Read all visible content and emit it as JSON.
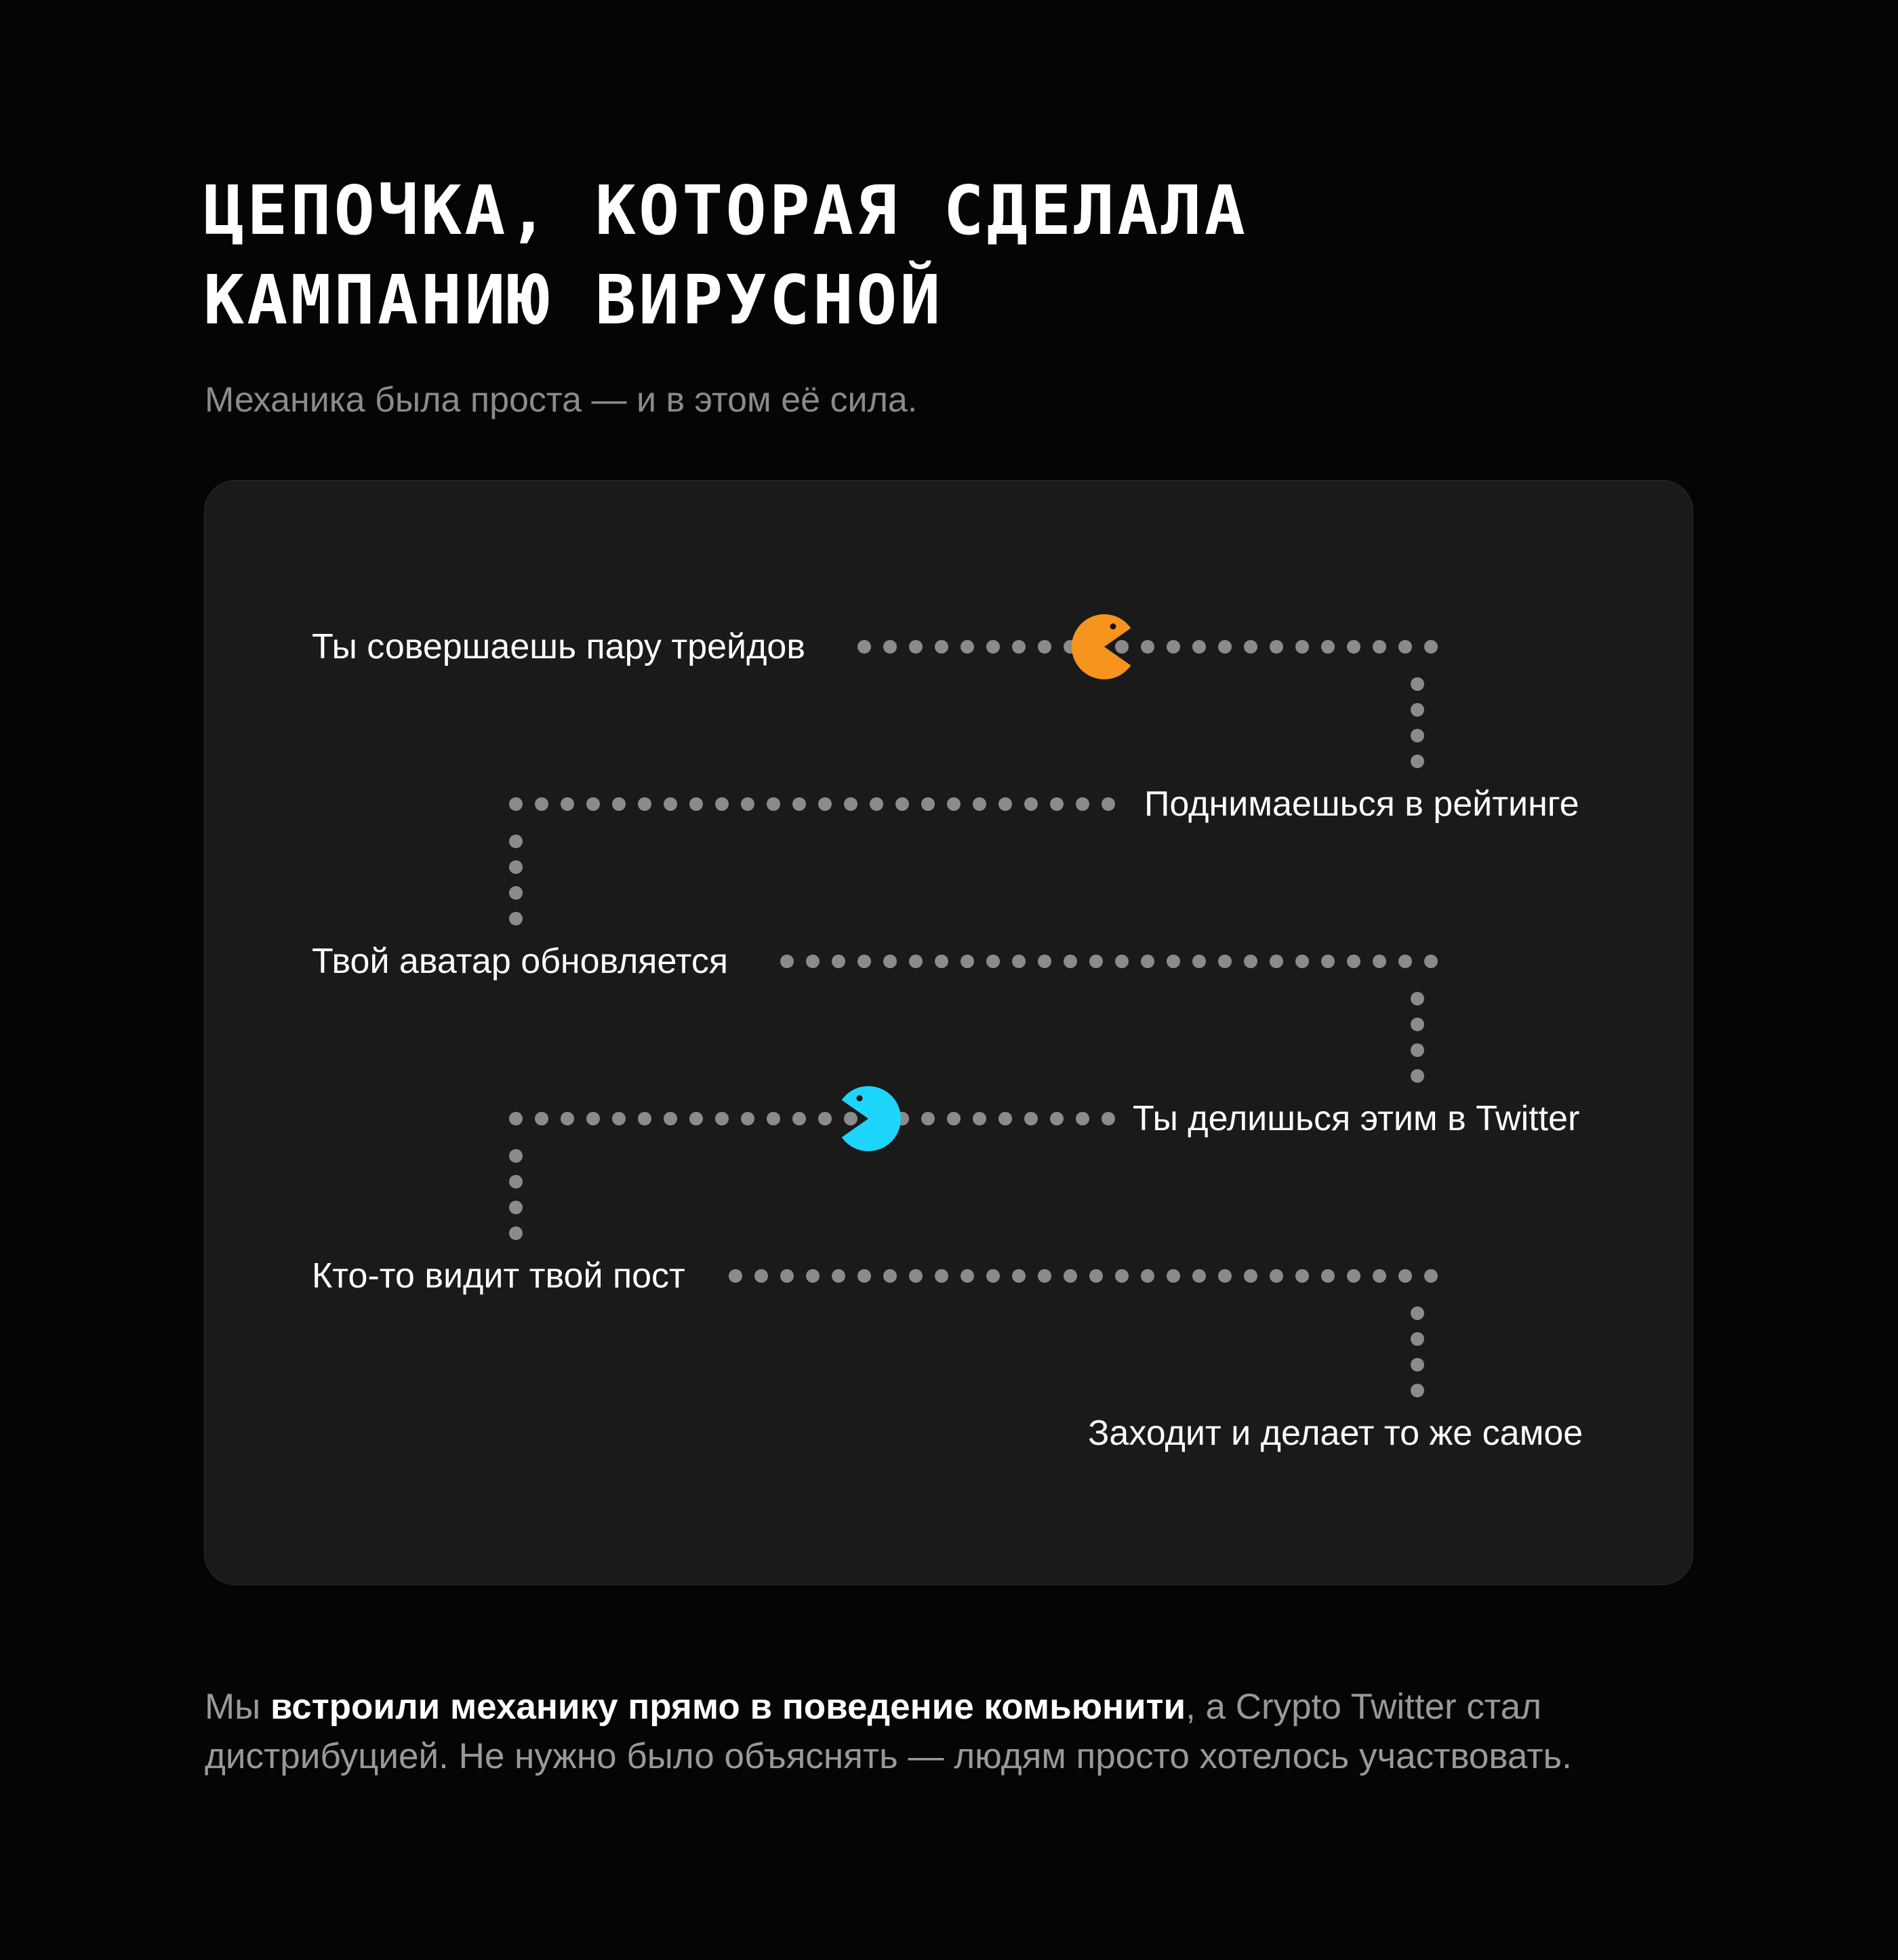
{
  "header": {
    "title_line1": "ЦЕПОЧКА, КОТОРАЯ СДЕЛАЛА",
    "title_line2": "КАМПАНИЮ ВИРУСНОЙ",
    "subtitle": "Механика была проста — и в этом её сила."
  },
  "chain": {
    "dot_color": "#8B8B8B",
    "pacman_colors": {
      "orange": "#F7941D",
      "cyan": "#1ED5FB"
    },
    "rows": [
      {
        "label": "Ты совершаешь пару трейдов",
        "side": "left",
        "pacman": "orange"
      },
      {
        "label": "Поднимаешься в рейтинге",
        "side": "right",
        "pacman": null
      },
      {
        "label": "Твой аватар обновляется",
        "side": "left",
        "pacman": null
      },
      {
        "label": "Ты делишься этим в Twitter",
        "side": "right",
        "pacman": "cyan"
      },
      {
        "label": "Кто-то видит твой пост",
        "side": "left",
        "pacman": null
      },
      {
        "label": "Заходит и делает то же самое",
        "side": "right",
        "pacman": null
      }
    ]
  },
  "footer": {
    "runs": [
      {
        "text": "Мы ",
        "style": "gray"
      },
      {
        "text": "встроили механику прямо в поведение комьюнити",
        "style": "white-bold"
      },
      {
        "text": ", а Crypto Twitter стал дистрибуцией. Не нужно было объяснять — людям просто хотелось участвовать.",
        "style": "gray"
      }
    ]
  }
}
